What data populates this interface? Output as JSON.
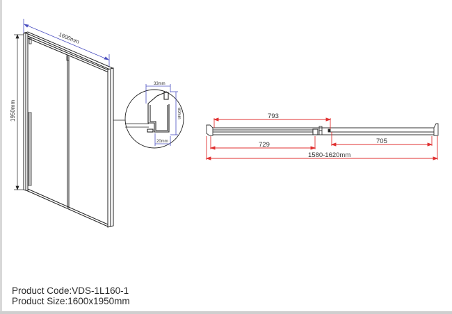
{
  "product": {
    "code_label": "Product Code:VDS-1L160-1",
    "size_label": "Product Size:1600x1950mm"
  },
  "isometric_view": {
    "width_dim": "1600mm",
    "height_dim": "1950mm"
  },
  "profile_detail": {
    "top_width": "33mm",
    "height": "60mm",
    "bottom_width": "20mm"
  },
  "plan_view": {
    "dim_top": "793",
    "dim_left_bottom": "729",
    "dim_right_bottom": "705",
    "dim_total": "1580-1620mm"
  },
  "colors": {
    "dimension_red": "#e03030",
    "dimension_blue": "#4a4fc0",
    "line": "#222222"
  }
}
